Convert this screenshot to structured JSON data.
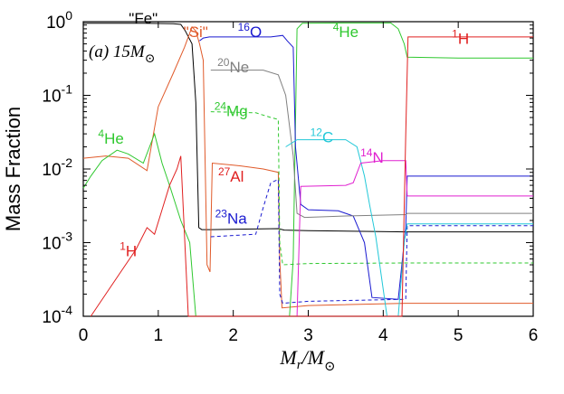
{
  "chart_data": {
    "type": "line",
    "title": "",
    "panel_label": "(a) 15M",
    "panel_label_sub": "⊙",
    "xlabel": "M",
    "xlabel_sub_r": "r",
    "xlabel_slash": "/M",
    "xlabel_sub_sun": "⊙",
    "ylabel": "Mass Fraction",
    "xlim": [
      0,
      6
    ],
    "ylim": [
      0.0001,
      1
    ],
    "yscale": "log",
    "grid": false,
    "xticks": [
      0,
      1,
      2,
      3,
      4,
      5,
      6
    ],
    "xtick_labels": [
      "0",
      "1",
      "2",
      "3",
      "4",
      "5",
      "6"
    ],
    "ytick_labels": [
      {
        "base": "10",
        "exp": "0"
      },
      {
        "base": "10",
        "exp": "-1"
      },
      {
        "base": "10",
        "exp": "-2"
      },
      {
        "base": "10",
        "exp": "-3"
      },
      {
        "base": "10",
        "exp": "-4"
      }
    ],
    "annotations": [
      {
        "text": "\"Fe\"",
        "x": 0.8,
        "y": 0.95,
        "color": "#000000"
      },
      {
        "sup": "",
        "text": "\"Si\"",
        "x": 1.5,
        "y": 0.62,
        "color": "#e05a2a"
      },
      {
        "sup": "16",
        "text": "O",
        "x": 2.22,
        "y": 0.62,
        "color": "#1a1ad0"
      },
      {
        "sup": "20",
        "text": "Ne",
        "x": 2.0,
        "y": 0.205,
        "color": "#808080"
      },
      {
        "sup": "24",
        "text": "Mg",
        "x": 1.97,
        "y": 0.052,
        "color": "#2fc82f"
      },
      {
        "sup": "12",
        "text": "C",
        "x": 3.18,
        "y": 0.023,
        "color": "#22c8d8"
      },
      {
        "sup": "4",
        "text": "He",
        "x": 3.5,
        "y": 0.62,
        "color": "#2fc82f"
      },
      {
        "sup": "1",
        "text": "H",
        "x": 5.03,
        "y": 0.5,
        "color": "#e02020"
      },
      {
        "sup": "4",
        "text": "He",
        "x": 0.37,
        "y": 0.022,
        "color": "#2fc82f"
      },
      {
        "sup": "14",
        "text": "N",
        "x": 3.85,
        "y": 0.0122,
        "color": "#e020d0"
      },
      {
        "sup": "27",
        "text": "Al",
        "x": 1.97,
        "y": 0.0067,
        "color": "#e02020"
      },
      {
        "sup": "23",
        "text": "Na",
        "x": 1.97,
        "y": 0.0018,
        "color": "#1a1ad0"
      },
      {
        "sup": "1",
        "text": "H",
        "x": 0.6,
        "y": 0.00065,
        "color": "#e02020"
      }
    ],
    "series": [
      {
        "color": "#000000",
        "dash": false,
        "points": [
          [
            0,
            0.95
          ],
          [
            0.8,
            0.95
          ],
          [
            1.2,
            0.94
          ],
          [
            1.3,
            0.92
          ],
          [
            1.36,
            0.75
          ],
          [
            1.45,
            0.5
          ],
          [
            1.5,
            0.08
          ],
          [
            1.54,
            0.0016
          ],
          [
            1.58,
            0.0015
          ],
          [
            1.62,
            0.0015
          ],
          [
            1.66,
            0.0015
          ],
          [
            1.7,
            0.0015
          ],
          [
            2.6,
            0.00155
          ],
          [
            2.68,
            0.00148
          ],
          [
            3.0,
            0.00145
          ],
          [
            4.3,
            0.0014
          ],
          [
            6,
            0.0014
          ]
        ]
      },
      {
        "color": "#e05a2a",
        "dash": false,
        "points": [
          [
            0,
            0.014
          ],
          [
            0.3,
            0.015
          ],
          [
            0.6,
            0.014
          ],
          [
            0.85,
            0.0095
          ],
          [
            1.0,
            0.07
          ],
          [
            1.2,
            0.2
          ],
          [
            1.35,
            0.45
          ],
          [
            1.45,
            0.85
          ],
          [
            1.5,
            0.75
          ],
          [
            1.55,
            0.5
          ],
          [
            1.6,
            0.3
          ],
          [
            1.65,
            0.0005
          ],
          [
            1.69,
            0.0004
          ],
          [
            1.72,
            0.012
          ],
          [
            2.1,
            0.011
          ],
          [
            2.4,
            0.01
          ],
          [
            2.6,
            0.009
          ],
          [
            2.62,
            0.0006
          ],
          [
            2.65,
            0.00013
          ],
          [
            3.0,
            0.00014
          ],
          [
            4.3,
            0.00015
          ],
          [
            6,
            0.00015
          ]
        ]
      },
      {
        "color": "#2fc82f",
        "dash": false,
        "points": [
          [
            0,
            0.0055
          ],
          [
            0.1,
            0.008
          ],
          [
            0.25,
            0.013
          ],
          [
            0.45,
            0.018
          ],
          [
            0.6,
            0.016
          ],
          [
            0.8,
            0.012
          ],
          [
            0.95,
            0.03
          ],
          [
            1.05,
            0.012
          ],
          [
            1.15,
            0.006
          ],
          [
            1.3,
            0.002
          ],
          [
            1.42,
            0.001
          ],
          [
            1.5,
            0.0001
          ],
          [
            1.7,
            0.0001
          ],
          [
            2.6,
            0.0001
          ],
          [
            2.75,
            0.0001
          ],
          [
            2.8,
            0.0006
          ],
          [
            2.85,
            0.8
          ],
          [
            2.92,
            0.95
          ],
          [
            3.5,
            0.96
          ],
          [
            4.1,
            0.96
          ],
          [
            4.2,
            0.8
          ],
          [
            4.28,
            0.5
          ],
          [
            4.32,
            0.33
          ],
          [
            5,
            0.32
          ],
          [
            6,
            0.32
          ]
        ]
      },
      {
        "color": "#2fc82f",
        "dash": true,
        "points": [
          [
            1.7,
            0.06
          ],
          [
            2.3,
            0.058
          ],
          [
            2.5,
            0.05
          ],
          [
            2.6,
            0.047
          ],
          [
            2.62,
            0.001
          ],
          [
            2.66,
            0.0005
          ],
          [
            3.0,
            0.00052
          ],
          [
            4.3,
            0.00053
          ],
          [
            6,
            0.00053
          ]
        ]
      },
      {
        "color": "#1a1ad0",
        "dash": false,
        "points": [
          [
            1.55,
            0.55
          ],
          [
            1.6,
            0.6
          ],
          [
            1.68,
            0.62
          ],
          [
            2.5,
            0.62
          ],
          [
            2.66,
            0.65
          ],
          [
            2.72,
            0.55
          ],
          [
            2.8,
            0.45
          ],
          [
            2.83,
            0.02
          ],
          [
            2.9,
            0.0033
          ],
          [
            3.0,
            0.0028
          ],
          [
            3.4,
            0.0027
          ],
          [
            3.6,
            0.0023
          ],
          [
            3.75,
            0.001
          ],
          [
            3.85,
            0.00018
          ],
          [
            4.2,
            0.00017
          ],
          [
            4.3,
            0.0016
          ],
          [
            4.32,
            0.008
          ],
          [
            6,
            0.008
          ]
        ]
      },
      {
        "color": "#1a1ad0",
        "dash": true,
        "points": [
          [
            1.7,
            0.0012
          ],
          [
            2.3,
            0.0013
          ],
          [
            2.4,
            0.003
          ],
          [
            2.5,
            0.0065
          ],
          [
            2.6,
            0.0072
          ],
          [
            2.62,
            0.0002
          ],
          [
            2.66,
            0.00015
          ],
          [
            3.0,
            0.00016
          ],
          [
            4.3,
            0.00017
          ],
          [
            4.32,
            0.0017
          ],
          [
            6,
            0.0017
          ]
        ]
      },
      {
        "color": "#808080",
        "dash": false,
        "points": [
          [
            1.7,
            0.22
          ],
          [
            2.4,
            0.22
          ],
          [
            2.6,
            0.19
          ],
          [
            2.7,
            0.1
          ],
          [
            2.8,
            0.015
          ],
          [
            2.85,
            0.0025
          ],
          [
            2.95,
            0.0022
          ],
          [
            3.5,
            0.0023
          ],
          [
            4.3,
            0.0024
          ],
          [
            4.32,
            0.0025
          ],
          [
            6,
            0.0025
          ]
        ]
      },
      {
        "color": "#22c8d8",
        "dash": false,
        "points": [
          [
            2.7,
            0.02
          ],
          [
            2.85,
            0.025
          ],
          [
            3.5,
            0.025
          ],
          [
            3.65,
            0.02
          ],
          [
            3.75,
            0.008
          ],
          [
            3.82,
            0.0032
          ],
          [
            3.9,
            0.0012
          ],
          [
            4.05,
            0.0001
          ],
          [
            4.2,
            0.0001
          ],
          [
            4.28,
            0.001
          ],
          [
            4.32,
            0.0018
          ],
          [
            6,
            0.0018
          ]
        ]
      },
      {
        "color": "#e020d0",
        "dash": false,
        "points": [
          [
            2.85,
            0.0001
          ],
          [
            2.9,
            0.0058
          ],
          [
            3.5,
            0.006
          ],
          [
            3.6,
            0.0065
          ],
          [
            3.7,
            0.012
          ],
          [
            4.0,
            0.013
          ],
          [
            4.3,
            0.013
          ],
          [
            4.32,
            0.0043
          ],
          [
            6,
            0.0043
          ]
        ]
      },
      {
        "color": "#e02020",
        "dash": false,
        "points": [
          [
            0.1,
            0.0001
          ],
          [
            0.3,
            0.0002
          ],
          [
            0.5,
            0.0004
          ],
          [
            0.7,
            0.0008
          ],
          [
            0.85,
            0.0016
          ],
          [
            0.95,
            0.0013
          ],
          [
            1.05,
            0.0028
          ],
          [
            1.15,
            0.006
          ],
          [
            1.25,
            0.01
          ],
          [
            1.3,
            0.015
          ],
          [
            1.4,
            0.0001
          ],
          [
            4.25,
            0.0001
          ],
          [
            4.3,
            0.03
          ],
          [
            4.33,
            0.62
          ],
          [
            6,
            0.62
          ]
        ]
      }
    ]
  }
}
